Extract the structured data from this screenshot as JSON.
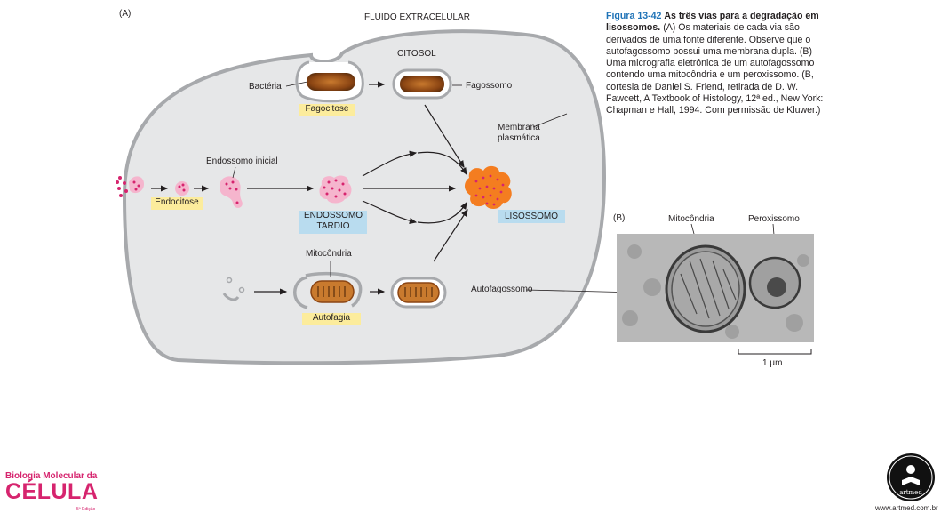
{
  "panel_a_label": "(A)",
  "panel_b_label": "(B)",
  "labels": {
    "extracellular": "FLUIDO EXTRACELULAR",
    "cytosol": "CITOSOL",
    "bacteria": "Bactéria",
    "phagosome": "Fagossomo",
    "phagocytosis": "Fagocitose",
    "membrane_line1": "Membrana",
    "membrane_line2": "plasmática",
    "early_endosome": "Endossomo inicial",
    "endocytosis": "Endocitose",
    "late_endosome_line1": "ENDOSSOMO",
    "late_endosome_line2": "TARDIO",
    "lysosome": "LISOSSOMO",
    "mitochondrion": "Mitocôndria",
    "autophagy": "Autofagia",
    "autophagosome": "Autofagossomo"
  },
  "micrograph": {
    "mitochondrion": "Mitocôndria",
    "peroxisome": "Peroxissomo",
    "scale": "1 µm"
  },
  "caption": {
    "figure": "Figura 13-42",
    "title": "As três vias para a degradação em lisossomos.",
    "body": "(A) Os materiais de cada via são derivados de uma fonte diferente. Observe que o autofagossomo possui uma membrana dupla. (B) Uma micrografia eletrônica de um autofagossomo contendo uma mitocôndria e um peroxissomo. (B, cortesia de Daniel S. Friend, retirada de D. W. Fawcett, A Textbook of Histology, 12ª ed., New York: Chapman e Hall, 1994. Com permissão de Kluwer.)"
  },
  "branding": {
    "line1": "Biologia Molecular da",
    "line2": "CÉLULA",
    "edition": "5ª Edição",
    "logo_text": "artmed",
    "website": "www.artmed.com.br"
  },
  "colors": {
    "cell_fill": "#e6e7e8",
    "cell_stroke": "#a7a9ac",
    "cargo": "#d6246e",
    "lysosome": "#f47d20",
    "bacterium": "#8b4513",
    "yellow_box": "#fcec9c",
    "blue_box": "#b9dcef",
    "caption_blue": "#1f73b7"
  }
}
